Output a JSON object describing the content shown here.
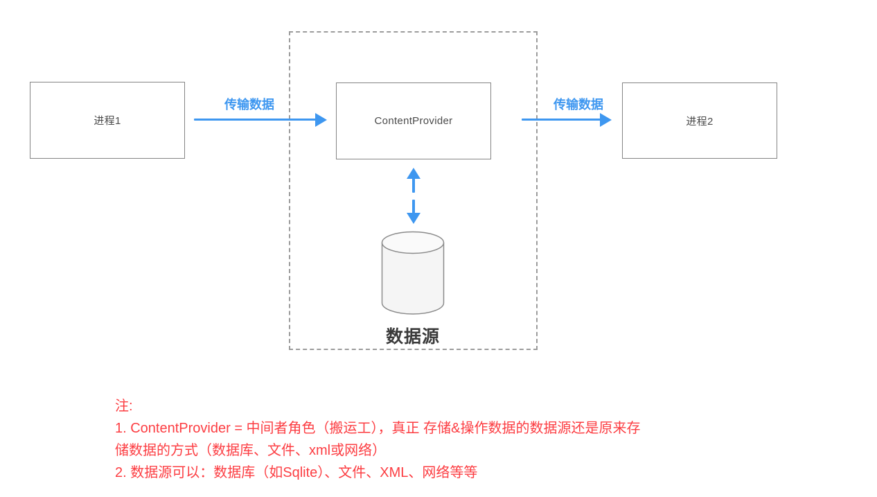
{
  "diagram": {
    "process1": {
      "label": "进程1"
    },
    "content_provider": {
      "label": "ContentProvider"
    },
    "process2": {
      "label": "进程2"
    },
    "arrow1": {
      "label": "传输数据"
    },
    "arrow2": {
      "label": "传输数据"
    },
    "data_source": {
      "label": "数据源"
    },
    "colors": {
      "arrow_blue": "#3e97f0",
      "note_red": "#fc3d42",
      "box_border": "#848484",
      "dashed_border": "#9b9b9b",
      "cylinder_fill": "#f5f5f5",
      "cylinder_top_fill": "#fafafa"
    }
  },
  "notes": {
    "heading": "注:",
    "line1": "1. ContentProvider = 中间者角色（搬运工），真正 存储&操作数据的数据源还是原来存",
    "line2": "储数据的方式（数据库、文件、xml或网络）",
    "line3": "2. 数据源可以：数据库（如Sqlite）、文件、XML、网络等等"
  }
}
